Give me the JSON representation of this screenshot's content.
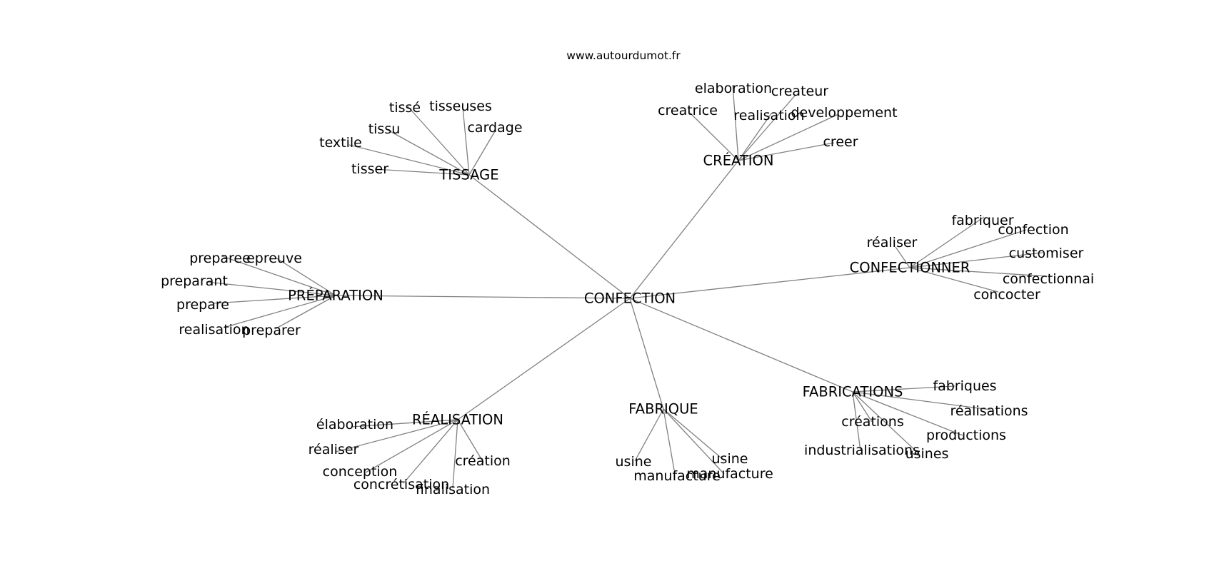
{
  "site": "www.autourdumot.fr",
  "center": "CONFECTION",
  "clusters": [
    {
      "hub": "TISSAGE",
      "words": [
        "tissé",
        "tisseuses",
        "tissu",
        "cardage",
        "textile",
        "tisser"
      ]
    },
    {
      "hub": "CRÉATION",
      "words": [
        "elaboration",
        "createur",
        "creatrice",
        "realisation",
        "developpement",
        "creer"
      ]
    },
    {
      "hub": "CONFECTIONNER",
      "words": [
        "fabriquer",
        "confection",
        "réaliser",
        "customiser",
        "confectionnai",
        "concocter"
      ]
    },
    {
      "hub": "PRÉPARATION",
      "words": [
        "preparee",
        "epreuve",
        "preparant",
        "prepare",
        "realisation",
        "preparer"
      ]
    },
    {
      "hub": "FABRICATIONS",
      "words": [
        "fabriques",
        "réalisations",
        "créations",
        "productions",
        "industrialisations",
        "usines"
      ]
    },
    {
      "hub": "FABRIQUE",
      "words": [
        "usine",
        "usine",
        "manufacture",
        "manufacture"
      ]
    },
    {
      "hub": "RÉALISATION",
      "words": [
        "élaboration",
        "réaliser",
        "conception",
        "création",
        "concrétisation",
        "finalisation"
      ]
    }
  ]
}
